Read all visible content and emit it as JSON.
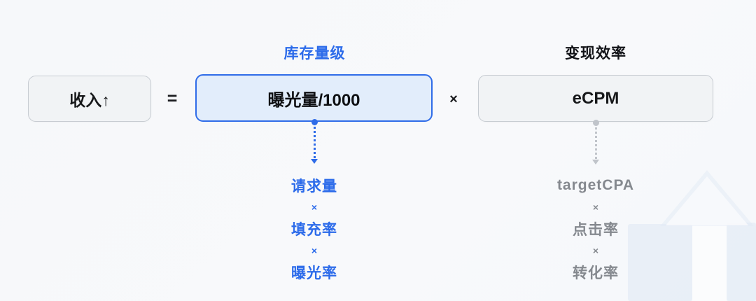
{
  "diagram": {
    "result_box": "收入↑",
    "equals": "=",
    "multiply": "×",
    "left": {
      "header": "库存量级",
      "box": "曝光量/1000",
      "factors": [
        "请求量",
        "×",
        "填充率",
        "×",
        "曝光率"
      ]
    },
    "right": {
      "header": "变现效率",
      "box": "eCPM",
      "factors": [
        "targetCPA",
        "×",
        "点击率",
        "×",
        "转化率"
      ]
    }
  },
  "colors": {
    "accent_blue": "#2f6ce8",
    "blue_box_fill": "#e2edfb",
    "gray_box_fill": "#f1f3f5",
    "gray_box_border": "#c7ccd2",
    "muted_gray_text": "#85898f",
    "background": "#f7f8fa"
  }
}
